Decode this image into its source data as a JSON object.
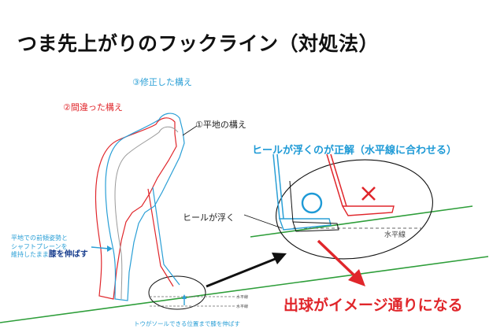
{
  "title": "つま先上がりのフックライン（対処法）",
  "labels": {
    "corrected_stance": "③修正した構え",
    "wrong_stance": "②間違った構え",
    "flat_stance": "①平地の構え",
    "heel_lifts": "ヒールが浮く",
    "horizontal": "水平線",
    "horizontal_small": "水平線",
    "knees_note_line1": "平地での前傾姿勢と",
    "knees_note_line2": "シャフトプレーンを",
    "knees_note_line3": "維持したまま",
    "knees_note_strong": "膝を伸ばす",
    "toe_note": "トウがソールできる位置まで膝を伸ばす"
  },
  "callout": {
    "correct": "ヒールが浮くのが正解（水平線に合わせる）",
    "result": "出球がイメージ通りになる"
  },
  "colors": {
    "blue": "#2a9fd6",
    "red": "#e0262b",
    "green": "#2e9e3a",
    "navy": "#1a3f8f",
    "black": "#111111"
  },
  "icons": {
    "correct_mark": "circle-icon",
    "wrong_mark": "cross-icon"
  }
}
